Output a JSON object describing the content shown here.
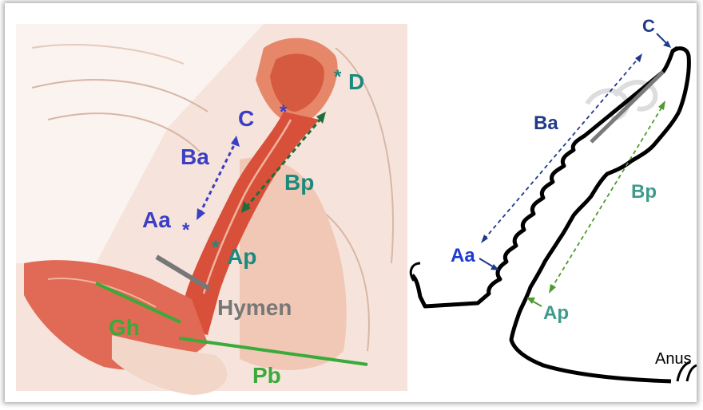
{
  "left_panel": {
    "labels": {
      "C": "C",
      "D": "D",
      "Ba": "Ba",
      "Bp": "Bp",
      "Aa": "Aa",
      "Ap": "Ap",
      "Hymen": "Hymen",
      "Gh": "Gh",
      "Pb": "Pb"
    },
    "markers": {
      "star": "*"
    }
  },
  "right_panel": {
    "labels": {
      "C": "C",
      "Ba": "Ba",
      "Bp": "Bp",
      "Aa": "Aa",
      "Ap": "Ap",
      "Anus": "Anus"
    }
  },
  "colors": {
    "anterior_blue": "#3a3fc4",
    "posterior_teal": "#1a8a7e",
    "green_line": "#3aaa3a",
    "hymen_gray": "#777777",
    "tissue_red": "#d9503a",
    "tissue_pink": "#f3c9b6",
    "right_dark_blue": "#1f3a8a",
    "right_green_dash": "#4e9a2e"
  },
  "icons": {
    "asterisk_marker": "asterisk-icon"
  }
}
